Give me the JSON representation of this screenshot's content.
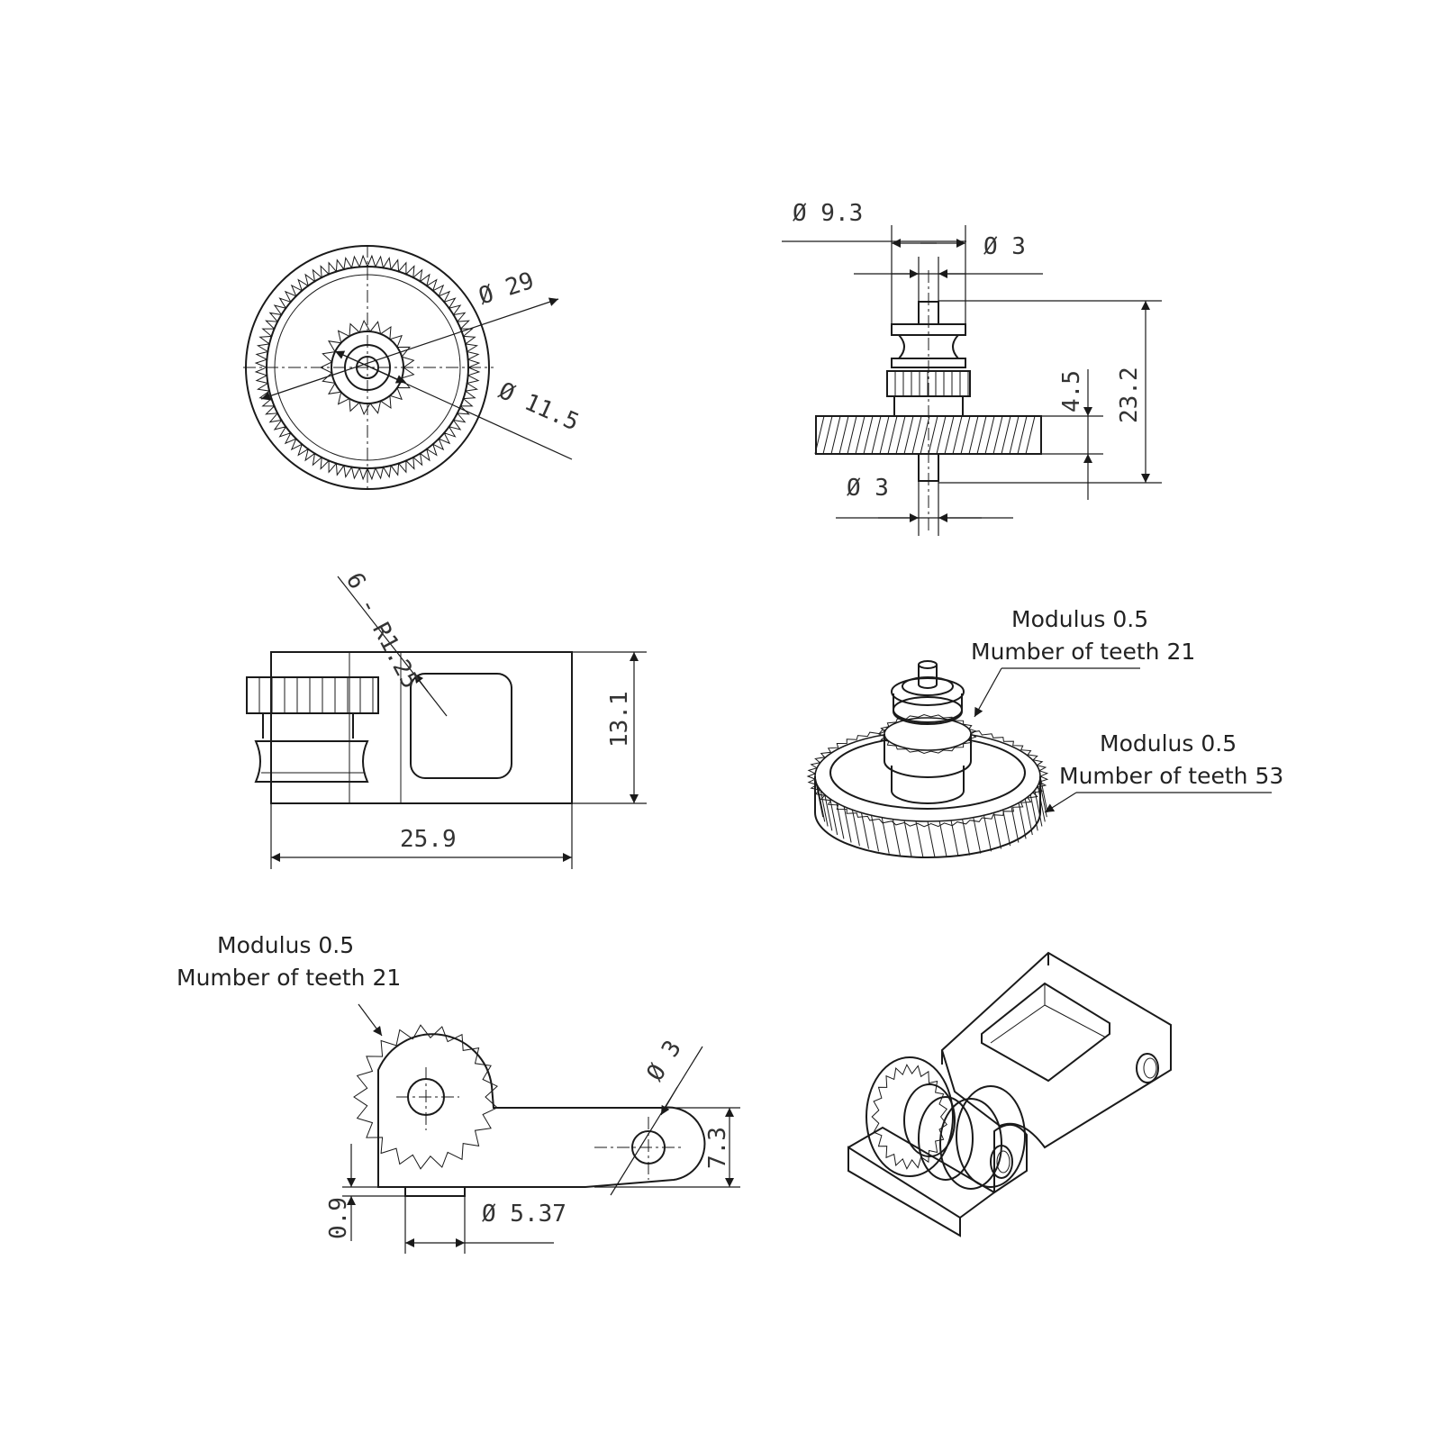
{
  "top_left_view": {
    "dia_outer": "Ø 29",
    "dia_inner": "Ø 11.5"
  },
  "top_right_view": {
    "dia_top": "Ø 9.3",
    "dia_shaft_top": "Ø 3",
    "dia_shaft_bottom": "Ø 3",
    "height_gear": "4.5",
    "height_total": "23.2"
  },
  "mid_left_view": {
    "radius_note": "6 - R1.25",
    "height": "13.1",
    "width": "25.9"
  },
  "mid_right_view": {
    "small_gear_modulus": "Modulus 0.5",
    "small_gear_teeth": "Mumber of teeth 21",
    "large_gear_modulus": "Modulus 0.5",
    "large_gear_teeth": "Mumber of teeth 53"
  },
  "bottom_left_view": {
    "gear_modulus": "Modulus 0.5",
    "gear_teeth": "Mumber of teeth 21",
    "hole_dia": "Ø 3",
    "height": "7.3",
    "offset": "0.9",
    "pin_dia": "Ø 5.37"
  }
}
